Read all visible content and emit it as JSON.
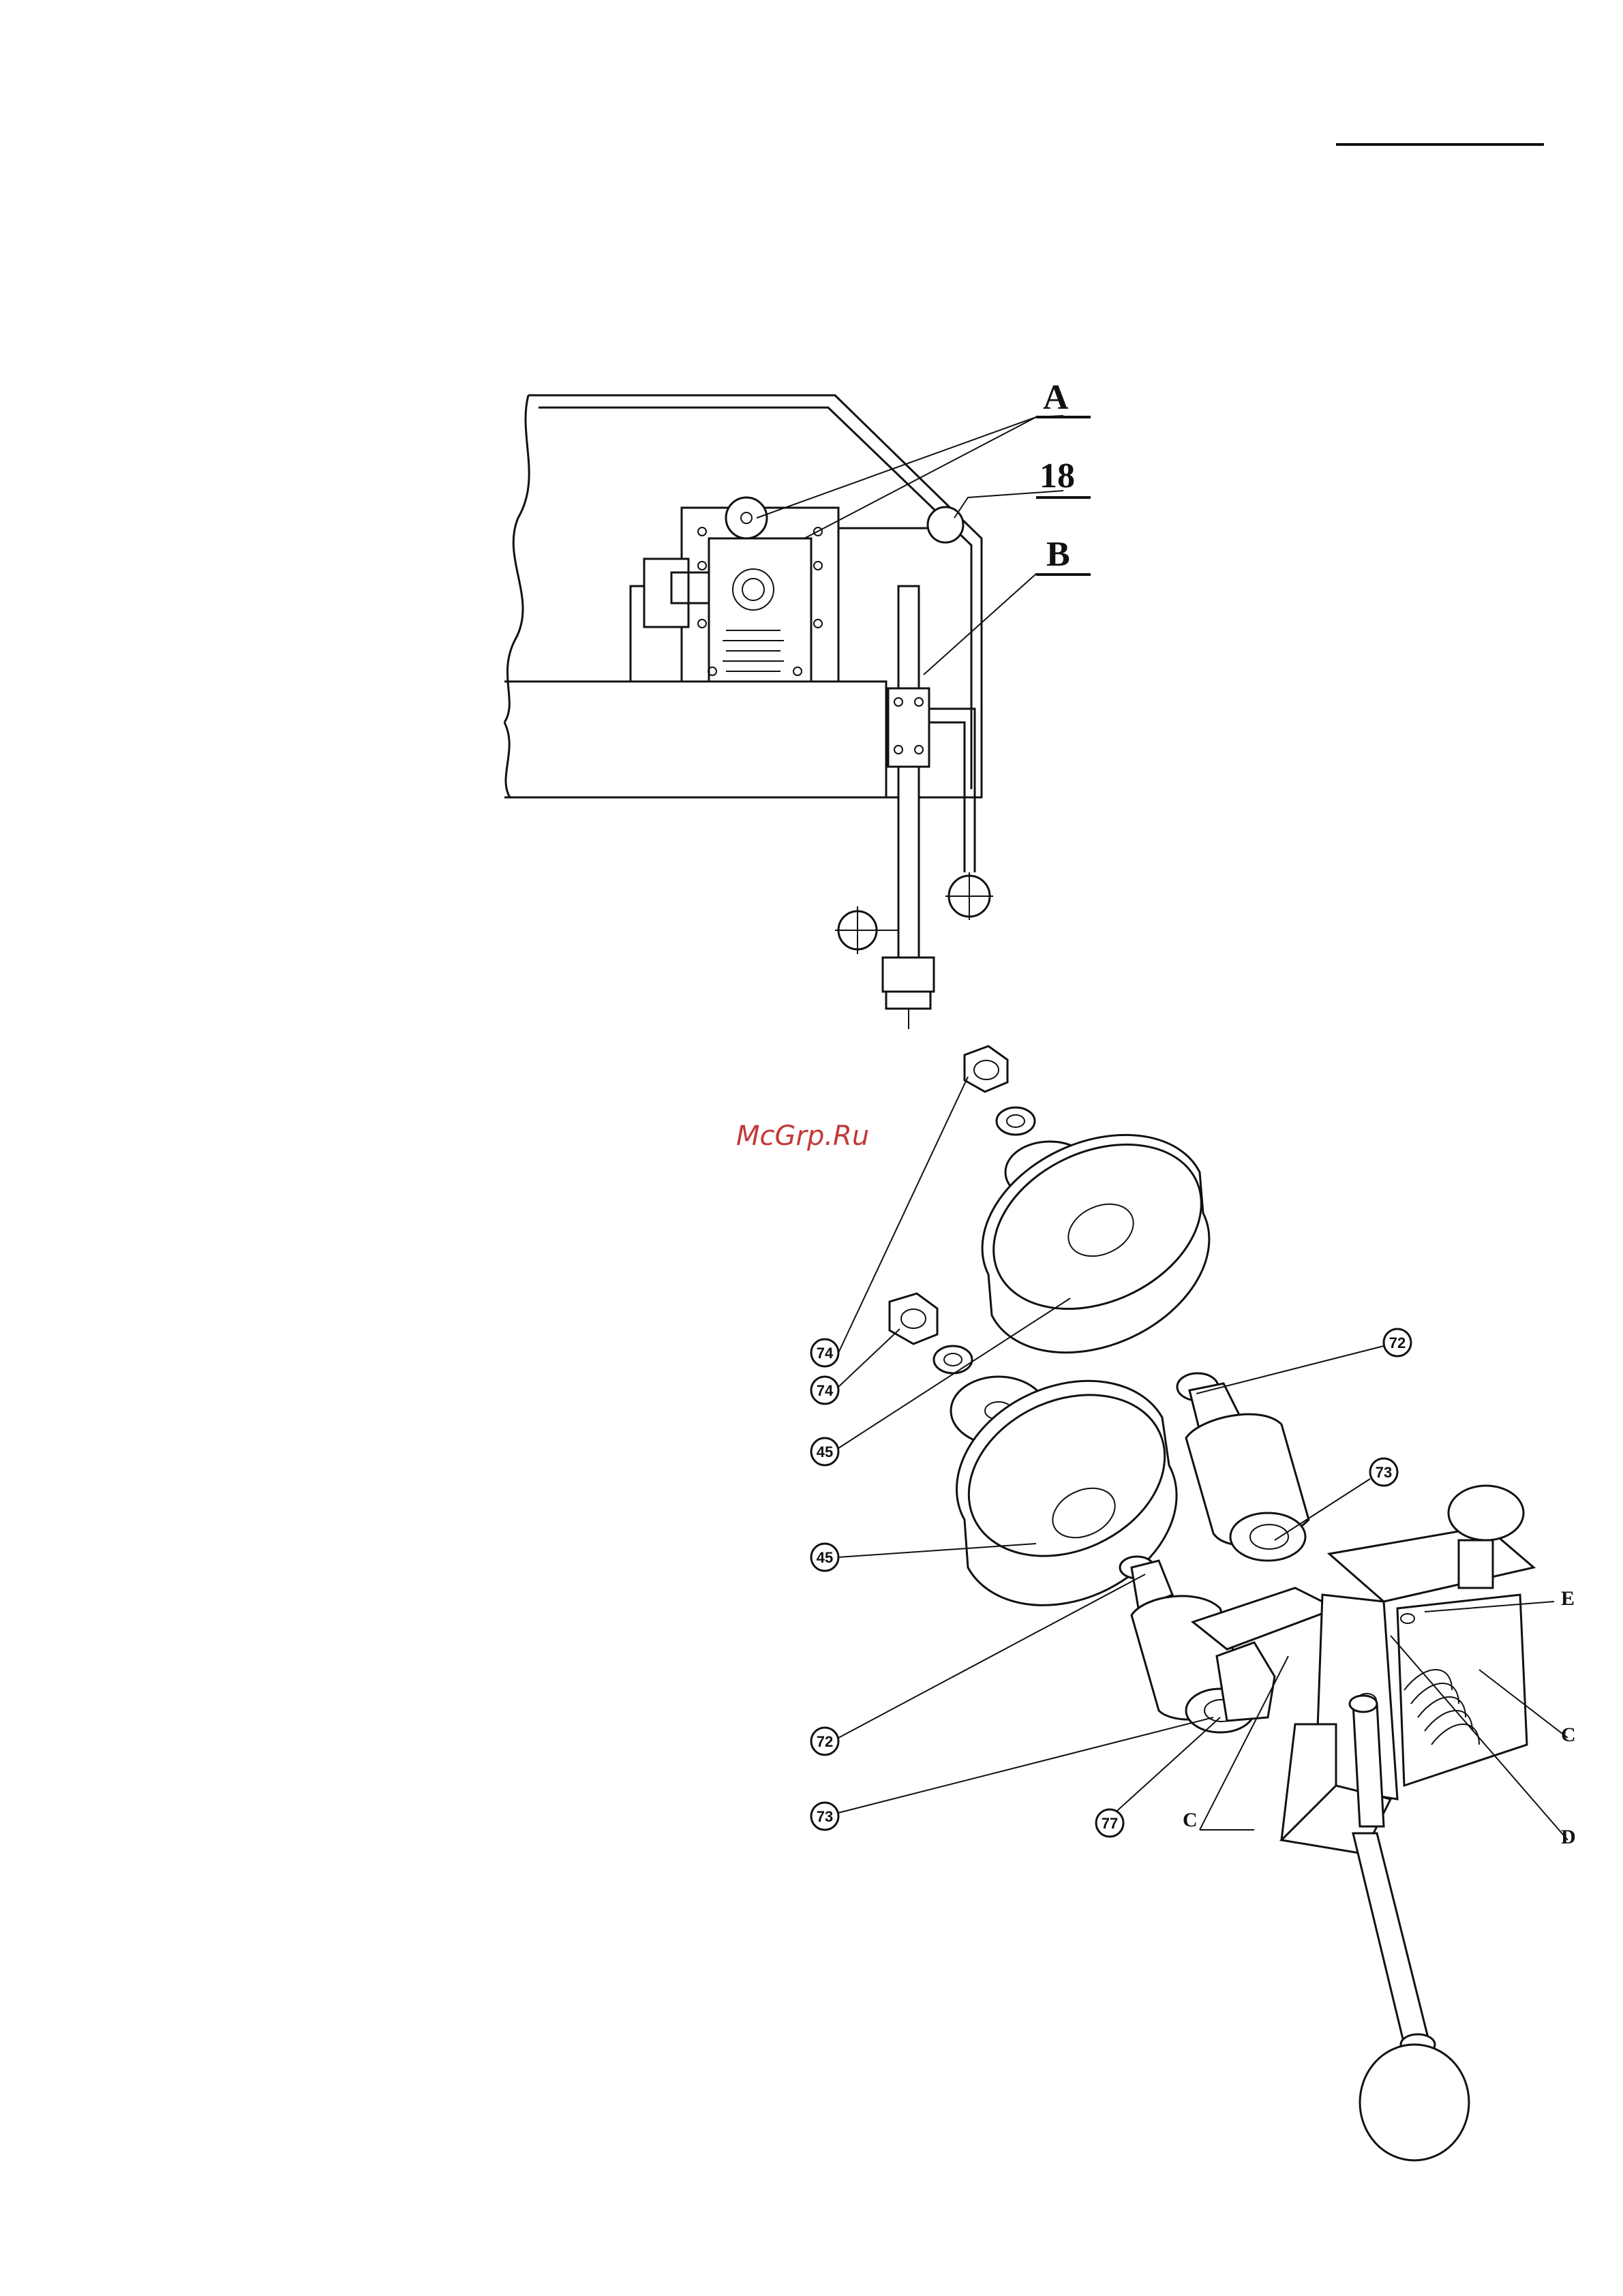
{
  "top_diagram": {
    "callouts": [
      "A",
      "18",
      "B"
    ]
  },
  "watermark": "McGrp.Ru",
  "exploded_view": {
    "part_numbers": [
      "74",
      "74",
      "45",
      "45",
      "72",
      "72",
      "73",
      "73",
      "77"
    ],
    "letters": [
      "E",
      "C",
      "C",
      "D"
    ]
  }
}
